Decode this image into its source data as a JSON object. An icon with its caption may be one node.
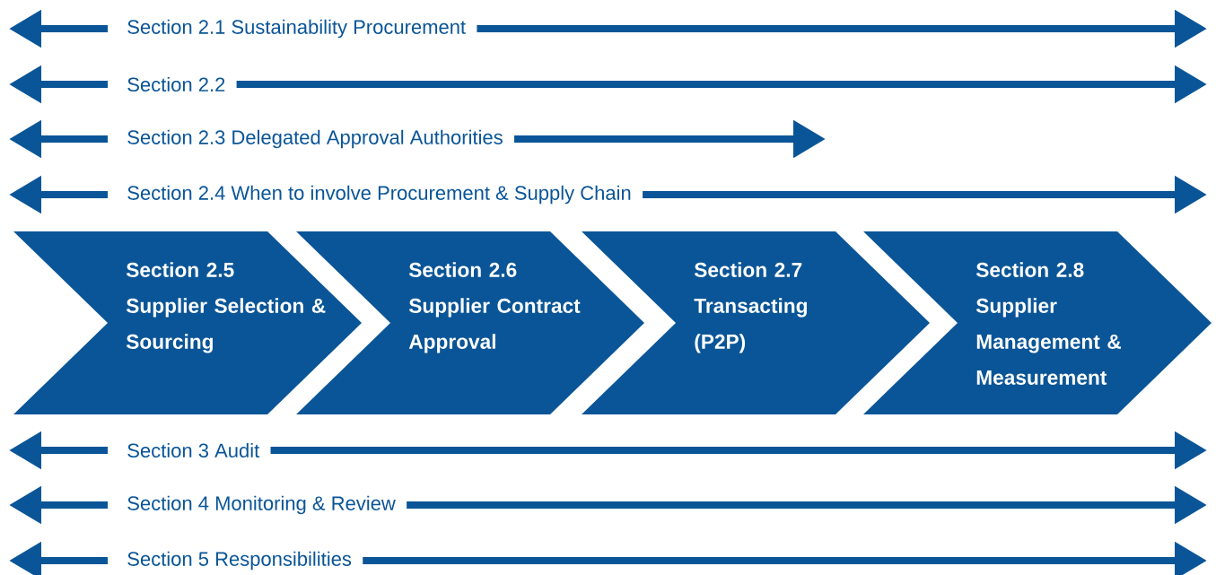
{
  "diagram": {
    "nodes": [
      {
        "text": [
          "Section 2.5",
          "Supplier Selection & Sourcing"
        ]
      },
      {
        "text": [
          "Section 2.6",
          "Supplier Contract Approval"
        ]
      },
      {
        "text": [
          "Section 2.7",
          "Transacting (P2P)"
        ]
      },
      {
        "text": [
          "Section 2.8",
          "Supplier Management & Measurement"
        ]
      }
    ],
    "labels": [
      "Section 2.1 Sustainability Procurement",
      "Section 2.2",
      "Section 2.3 Delegated Approval Authorities",
      "Section 2.4 When to involve Procurement & Supply Chain",
      "Section 3 Audit",
      "Section 4 Monitoring & Review",
      "Section 5 Responsibilities"
    ]
  }
}
